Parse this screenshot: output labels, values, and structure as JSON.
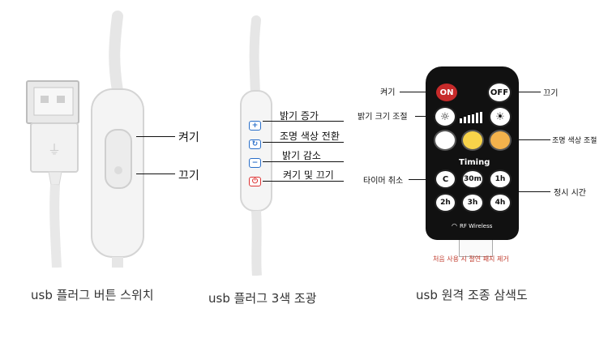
{
  "left": {
    "on_label": "켜기",
    "off_label": "끄기",
    "caption": "usb 플러그 버튼 스위치"
  },
  "middle": {
    "labels": [
      "밝기 증가",
      "조명 색상 전환",
      "밝기 감소",
      "켜기 및 끄기"
    ],
    "caption": "usb 플러그 3색 조광"
  },
  "right": {
    "on_label": "켜기",
    "off_label": "끄기",
    "brightness_label": "밝기 크기 조절",
    "color_label": "조명 색상 조절",
    "timer_cancel_label": "타이머 취소",
    "timing_label": "정시 시간",
    "remote": {
      "on_btn": "ON",
      "off_btn": "OFF",
      "timing_title": "Timing",
      "timer_buttons": [
        "C",
        "30m",
        "1h",
        "2h",
        "3h",
        "4h"
      ],
      "brand": "RF Wireless"
    },
    "note": "처음 사용 시 절연 패치 제거",
    "caption": "usb 원격 조종 삼색도"
  }
}
